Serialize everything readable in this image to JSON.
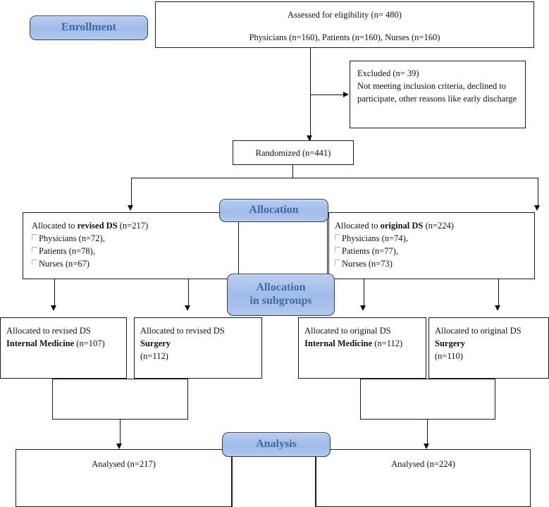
{
  "diagram": {
    "title": "CONSORT participant flow diagram",
    "accent_blue": "#9fbbe8",
    "badge_text_color": "#3e6ba8",
    "badge_border_color": "#2b3f63",
    "line_color": "#111111"
  },
  "badges": {
    "enrollment": "Enrollment",
    "allocation": "Allocation",
    "allocation_subgroups_line1": "Allocation",
    "allocation_subgroups_line2": "in subgroups",
    "analysis": "Analysis"
  },
  "enrollment": {
    "assessed_line1": "Assessed for eligibility (n= 480)",
    "assessed_line2": "Physicians (n=160), Patients (n=160), Nurses (n=160)",
    "excluded_line1": "Excluded (n= 39)",
    "excluded_line2": "Not meeting inclusion criteria, declined to participate, other reasons like early discharge",
    "randomized": "Randomized (n=441)"
  },
  "allocation": {
    "left": {
      "heading_prefix": "Allocated to ",
      "heading_bold": "revised DS",
      "heading_suffix": " (n=217)",
      "items": [
        "Physicians (n=72),",
        "Patients (n=78),",
        "Nurses (n=67)"
      ]
    },
    "right": {
      "heading_prefix": "Allocated to ",
      "heading_bold": "original DS",
      "heading_suffix": " (n=224)",
      "items": [
        "Physicians (n=74),",
        "Patients (n=77),",
        "Nurses (n=73)"
      ]
    }
  },
  "subgroups": [
    {
      "line1": "Allocated to revised DS",
      "bold": "Internal Medicine",
      "count": " (n=107)",
      "count_on_new_line": false
    },
    {
      "line1": "Allocated to revised DS",
      "bold": "Surgery",
      "count": "(n=112)",
      "count_on_new_line": true
    },
    {
      "line1": "Allocated to original DS",
      "bold": "Internal Medicine",
      "count": " (n=112)",
      "count_on_new_line": false
    },
    {
      "line1": "Allocated to original DS",
      "bold": "Surgery",
      "count": "(n=110)",
      "count_on_new_line": true
    }
  ],
  "analysis": {
    "left": "Analysed (n=217)",
    "right": "Analysed (n=224)"
  }
}
